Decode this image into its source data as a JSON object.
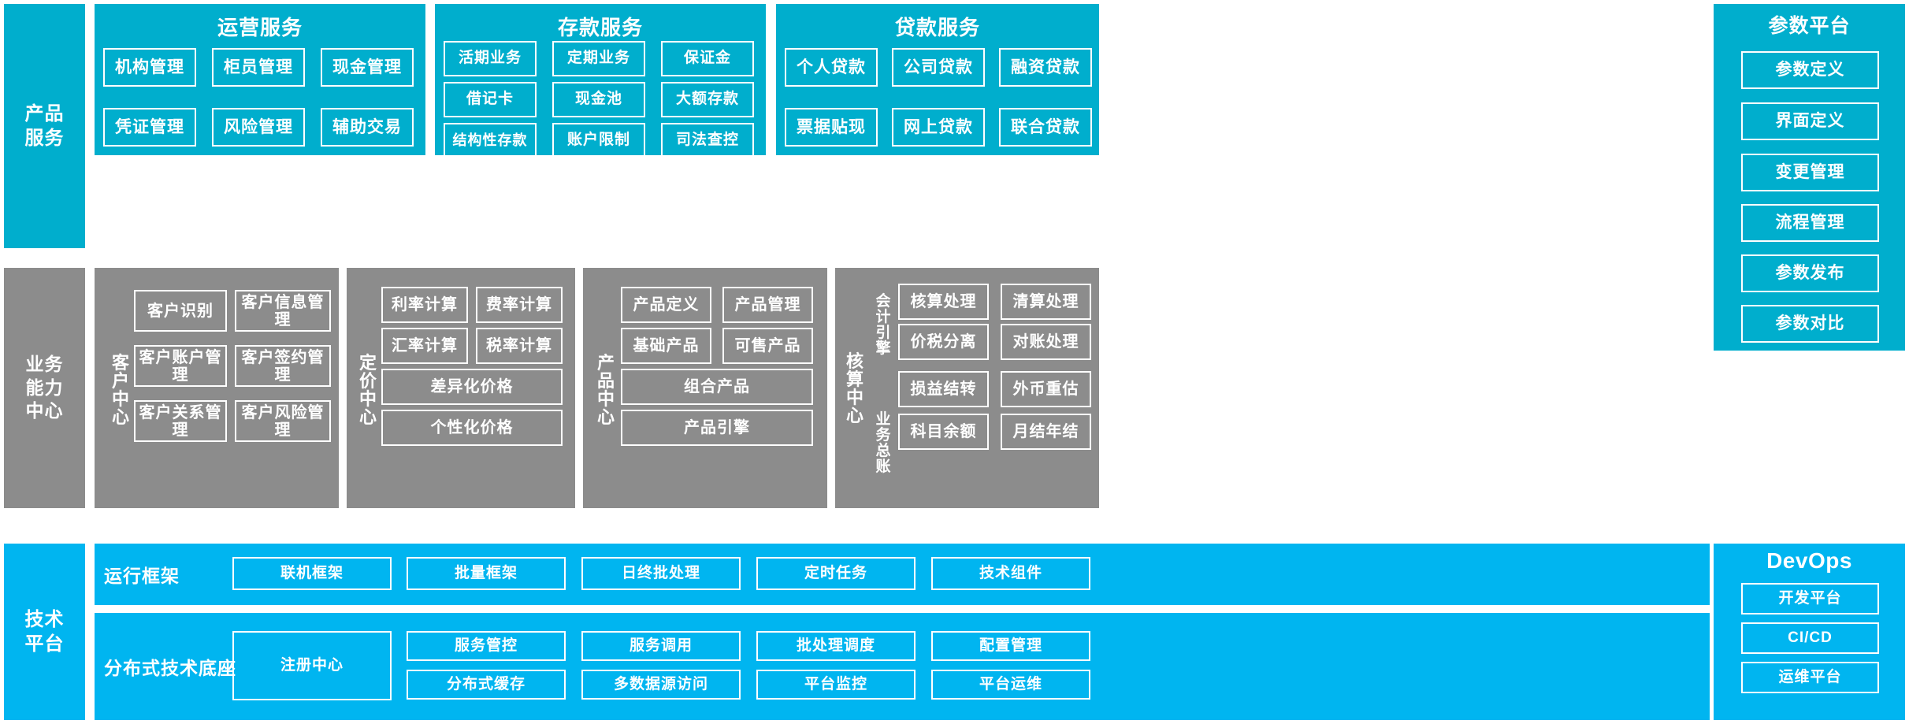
{
  "rows": {
    "product_services": {
      "rail_label": [
        "产品",
        "服务"
      ]
    },
    "business_capability": {
      "rail_label": [
        "业务",
        "能力",
        "中心"
      ]
    },
    "technical_platform": {
      "rail_label": [
        "技术",
        "平台"
      ]
    }
  },
  "panels": {
    "operation_services": {
      "title": "运营服务",
      "items": [
        "机构管理",
        "柜员管理",
        "现金管理",
        "凭证管理",
        "风险管理",
        "辅助交易"
      ]
    },
    "deposit_services": {
      "title": "存款服务",
      "items": [
        "活期业务",
        "定期业务",
        "保证金",
        "借记卡",
        "现金池",
        "大额存款",
        "结构性存款",
        "账户限制",
        "司法查控"
      ]
    },
    "loan_services": {
      "title": "贷款服务",
      "items": [
        "个人贷款",
        "公司贷款",
        "融资贷款",
        "票据贴现",
        "网上贷款",
        "联合贷款"
      ]
    },
    "parameter_platform": {
      "title": "参数平台",
      "items": [
        "参数定义",
        "界面定义",
        "变更管理",
        "流程管理",
        "参数发布",
        "参数对比"
      ]
    },
    "devops": {
      "title": "DevOps",
      "items": [
        "开发平台",
        "CI/CD",
        "运维平台"
      ]
    },
    "customer_center": {
      "label": [
        "客",
        "户",
        "中",
        "心"
      ],
      "items": [
        "客户识别",
        "客户信息管理",
        "客户账户管理",
        "客户签约管理",
        "客户关系管理",
        "客户风险管理"
      ]
    },
    "pricing_center": {
      "label": [
        "定",
        "价",
        "中",
        "心"
      ],
      "items": [
        "利率计算",
        "费率计算",
        "汇率计算",
        "税率计算",
        "差异化价格",
        "个性化价格"
      ]
    },
    "product_center": {
      "label": [
        "产",
        "品",
        "中",
        "心"
      ],
      "items": [
        "产品定义",
        "产品管理",
        "基础产品",
        "可售产品",
        "组合产品",
        "产品引擎"
      ]
    },
    "accounting_center": {
      "label": [
        "核",
        "算",
        "中",
        "心"
      ],
      "sub_labels": {
        "accounting_engine": [
          "会",
          "计",
          "引",
          "擎"
        ],
        "business_ledger": [
          "业",
          "务",
          "总",
          "账"
        ]
      },
      "items": [
        "核算处理",
        "清算处理",
        "价税分离",
        "对账处理",
        "损益结转",
        "外币重估",
        "科目余额",
        "月结年结"
      ]
    },
    "runtime_framework": {
      "label": "运行框架",
      "items": [
        "联机框架",
        "批量框架",
        "日终批处理",
        "定时任务",
        "技术组件"
      ]
    },
    "distributed_base": {
      "label": "分布式技术底座",
      "registry": "注册中心",
      "items": [
        "服务管控",
        "服务调用",
        "批处理调度",
        "配置管理",
        "分布式缓存",
        "多数据源访问",
        "平台监控",
        "平台运维"
      ]
    }
  },
  "colors": {
    "teal": "#00aecd",
    "gray": "#8c8c8c",
    "cyan": "#00b5f0",
    "outline": "#ffffff"
  }
}
